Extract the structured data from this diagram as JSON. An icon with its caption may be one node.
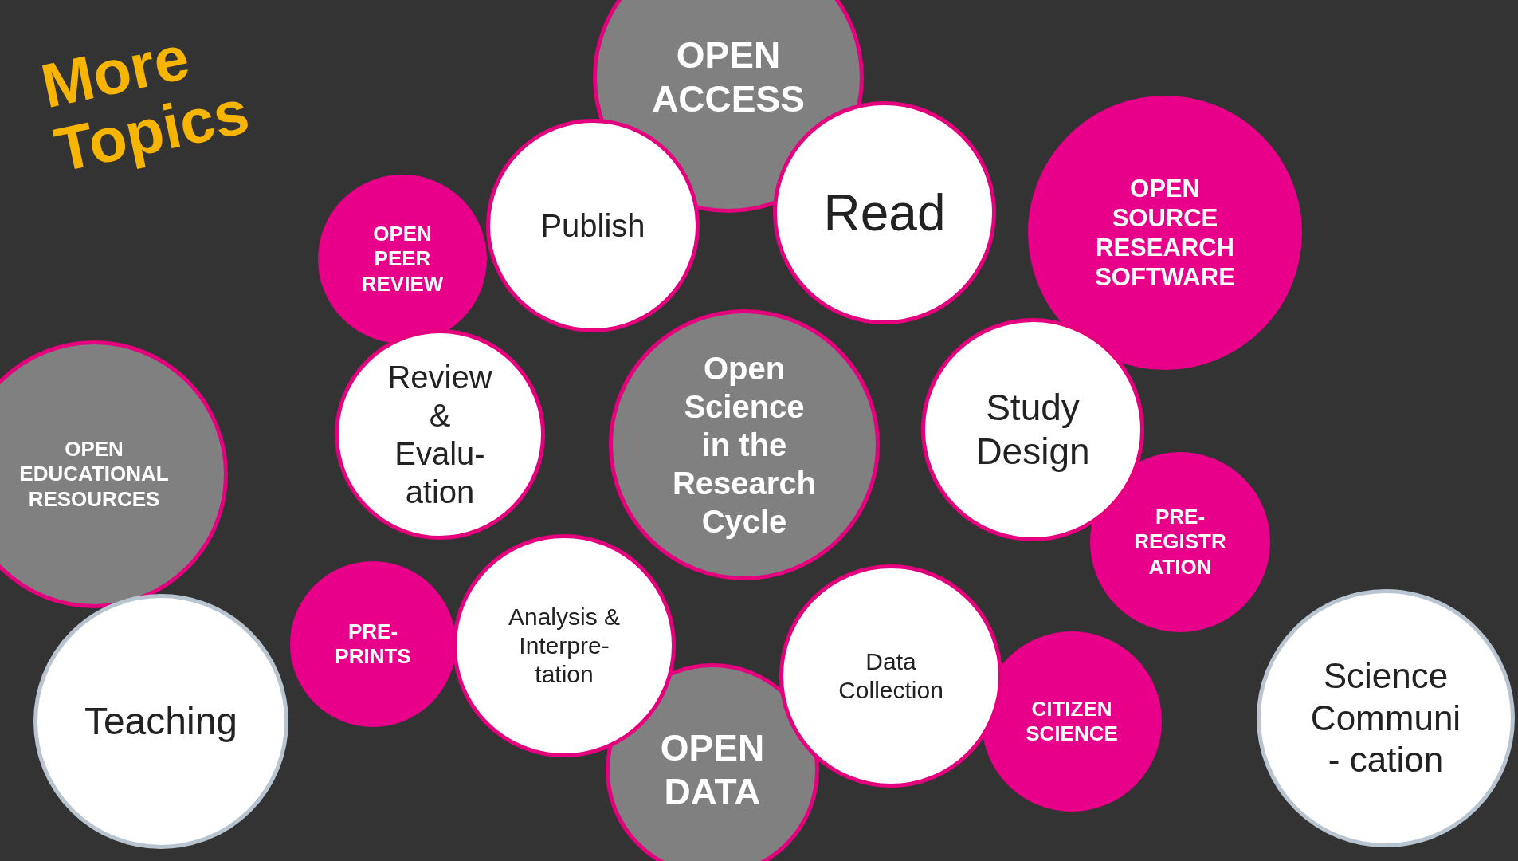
{
  "diagram": {
    "title": "More Topics",
    "nodes": [
      {
        "text": [
          "OPEN ACCESS"
        ]
      },
      {
        "text": [
          "Publish"
        ]
      },
      {
        "text": [
          "Read"
        ]
      },
      {
        "text": [
          "OPEN PEER REVIEW"
        ]
      },
      {
        "text": [
          "OPEN SOURCE RESEARCH SOFTWARE"
        ]
      },
      {
        "text": [
          "Review & Evalu- ation"
        ]
      },
      {
        "text": [
          "Open Science in the Research Cycle"
        ]
      },
      {
        "text": [
          "Study Design"
        ]
      },
      {
        "text": [
          "OPEN EDUCATIONAL RESOURCES"
        ]
      },
      {
        "text": [
          "PRE- REGISTR ATION"
        ]
      },
      {
        "text": [
          "PRE- PRINTS"
        ]
      },
      {
        "text": [
          "Analysis & Interpre- tation"
        ]
      },
      {
        "text": [
          "Data Collection"
        ]
      },
      {
        "text": [
          "OPEN DATA"
        ]
      },
      {
        "text": [
          "CITIZEN SCIENCE"
        ]
      },
      {
        "text": [
          "Teaching"
        ]
      },
      {
        "text": [
          "Science Communi - cation"
        ]
      }
    ]
  }
}
